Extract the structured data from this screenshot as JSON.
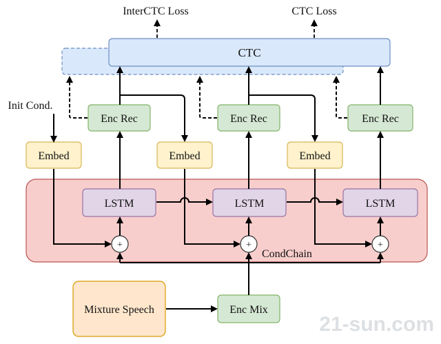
{
  "labels": {
    "interctc_loss": "InterCTC Loss",
    "ctc_loss": "CTC Loss",
    "ctc": "CTC",
    "init_cond": "Init Cond.",
    "enc_rec": "Enc Rec",
    "embed": "Embed",
    "lstm": "LSTM",
    "plus": "+",
    "condchain": "CondChain",
    "mixture_speech": "Mixture Speech",
    "enc_mix": "Enc Mix",
    "watermark": "21-sun.com"
  },
  "colors": {
    "ctc_fill": "#dae8fc",
    "ctc_stroke": "#6c8ebf",
    "enc_rec_fill": "#d5e8d4",
    "enc_rec_stroke": "#82b366",
    "embed_fill": "#fff2cc",
    "embed_stroke": "#d6b656",
    "lstm_fill": "#e1d5e7",
    "lstm_stroke": "#9673a6",
    "condchain_fill": "#f8cecc",
    "condchain_stroke": "#b85450",
    "mixture_fill": "#ffe6cc",
    "mixture_stroke": "#d79b00",
    "line": "#000000"
  }
}
